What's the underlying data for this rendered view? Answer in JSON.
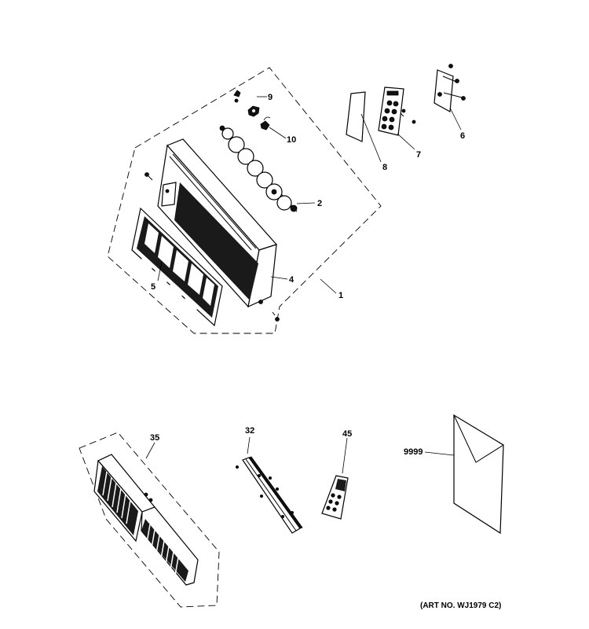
{
  "labels": {
    "p1": "1",
    "p2": "2",
    "p4": "4",
    "p5": "5",
    "p6": "6",
    "p7": "7",
    "p8": "8",
    "p9": "9",
    "p10": "10",
    "p32": "32",
    "p35": "35",
    "p45": "45",
    "p9999": "9999"
  },
  "art_number": "(ART NO. WJ1979 C2)"
}
